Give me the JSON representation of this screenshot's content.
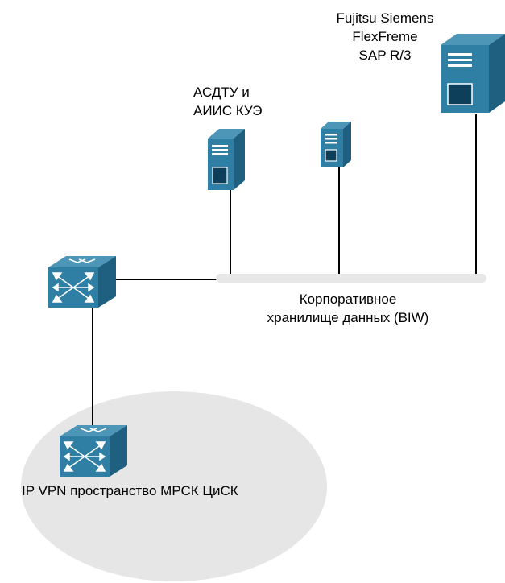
{
  "labels": {
    "fujitsu_line1": "Fujitsu Siemens",
    "fujitsu_line2": "FlexFreme",
    "fujitsu_line3": "SAP R/3",
    "asdtu_line1": "АСДТУ и",
    "asdtu_line2": "АИИС КУЭ",
    "biw_line1": "Корпоративное",
    "biw_line2": "хранилище данных (BIW)",
    "vpn": "IP VPN пространство МРСК ЦиСК"
  },
  "colors": {
    "device_front": "#2f7fa5",
    "device_side": "#1f5f80",
    "device_top": "#4d96b8",
    "cloud": "#e6e6e6",
    "bus": "#e8e8e8",
    "line": "#000000"
  },
  "icons": {
    "server": "server-tower-icon",
    "switch": "network-switch-icon"
  }
}
